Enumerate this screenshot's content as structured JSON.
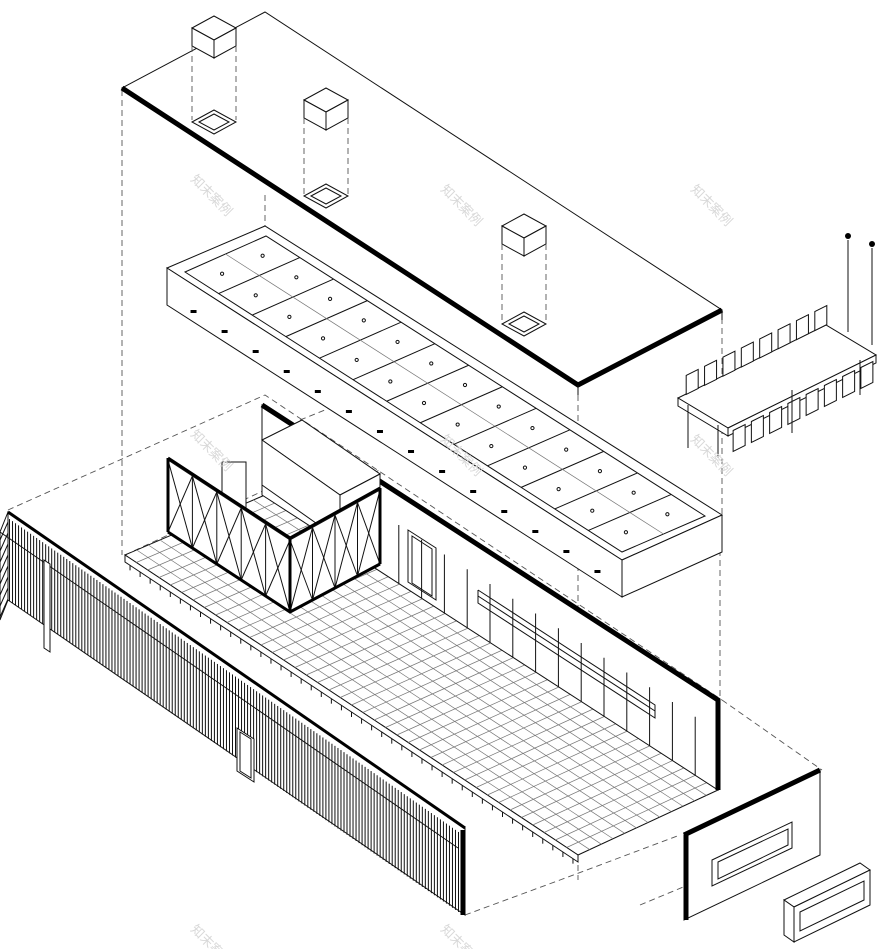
{
  "figure": {
    "watermarks": [
      "知末案例",
      "知末案例",
      "知末案例",
      "知末案例",
      "知末案例",
      "知末案例",
      "知末案例",
      "知末案例"
    ]
  }
}
